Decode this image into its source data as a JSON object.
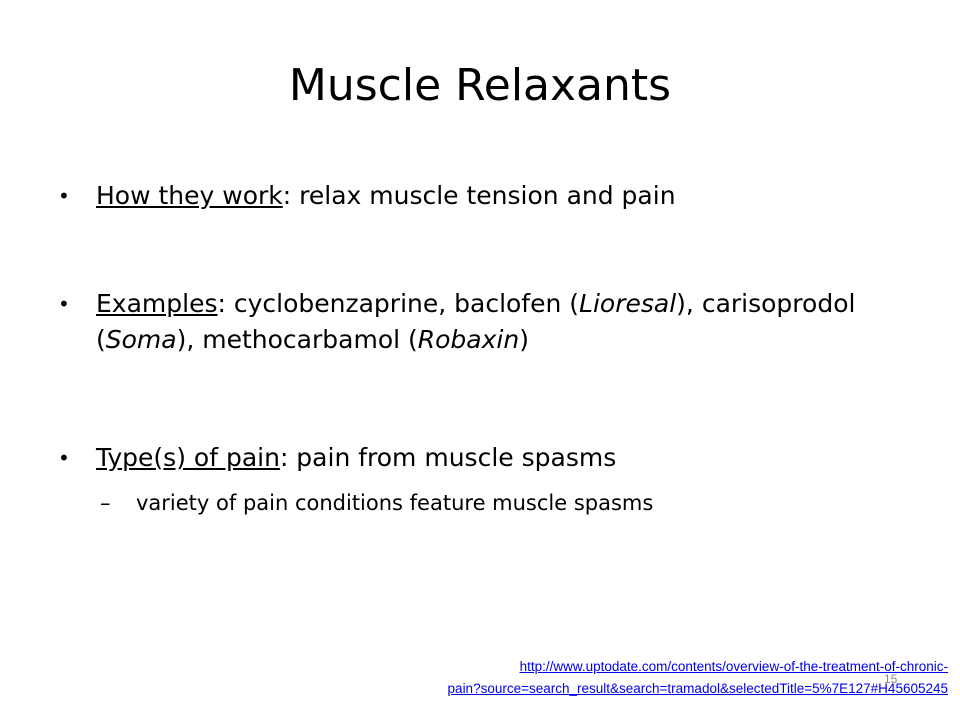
{
  "slide": {
    "title": "Muscle Relaxants",
    "bullets": [
      {
        "label": "How they work",
        "text": ": relax muscle tension and pain"
      },
      {
        "label": "Examples",
        "text_segments": [
          ": cyclobenzaprine, baclofen (",
          "Lioresal",
          "), carisoprodol (",
          "Soma",
          "), methocarbamol (",
          "Robaxin",
          ")"
        ]
      },
      {
        "label": "Type(s) of pain",
        "text": ": pain from muscle spasms",
        "sub": "variety of pain conditions feature muscle spasms"
      }
    ],
    "source_link": {
      "line1": "http://www.uptodate.com/contents/overview-of-the-treatment-of-chronic-",
      "line2": "pain?source=search_result&search=tramadol&selectedTitle=5%7E127#H45605245"
    },
    "slide_number": "15"
  }
}
